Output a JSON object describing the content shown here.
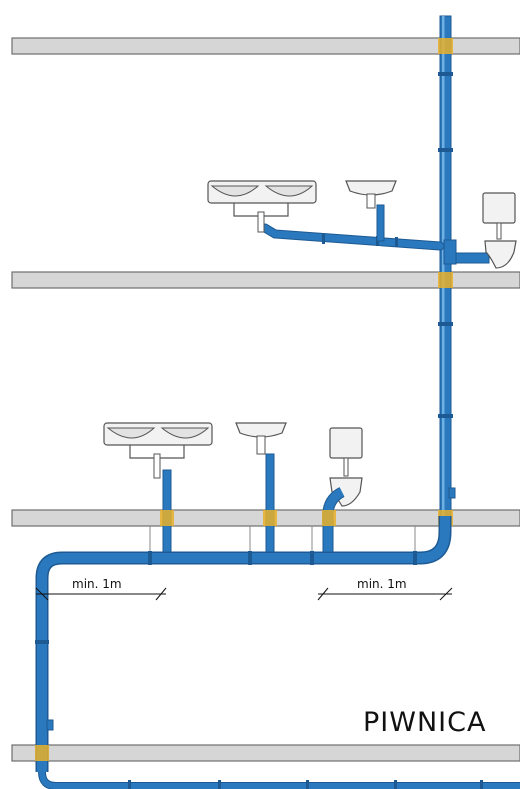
{
  "labels": {
    "basement": "PIWNICA",
    "min_distance_left": "min. 1m",
    "min_distance_right": "min. 1m"
  },
  "colors": {
    "pipe": "#2a78bd",
    "pipe_dark": "#1d5a94",
    "pipe_highlight": "#6fb0e3",
    "slab": "#d6d6d6",
    "slab_edge": "#6e6e6e",
    "sleeve": "#e8b02a",
    "fixture": "#f2f2f2",
    "fixture_edge": "#555555"
  },
  "fixtures": [
    {
      "type": "double-sink",
      "floor": "upper"
    },
    {
      "type": "washbasin",
      "floor": "upper"
    },
    {
      "type": "toilet",
      "floor": "upper"
    },
    {
      "type": "double-sink",
      "floor": "ground"
    },
    {
      "type": "washbasin",
      "floor": "ground"
    },
    {
      "type": "toilet",
      "floor": "ground"
    }
  ]
}
